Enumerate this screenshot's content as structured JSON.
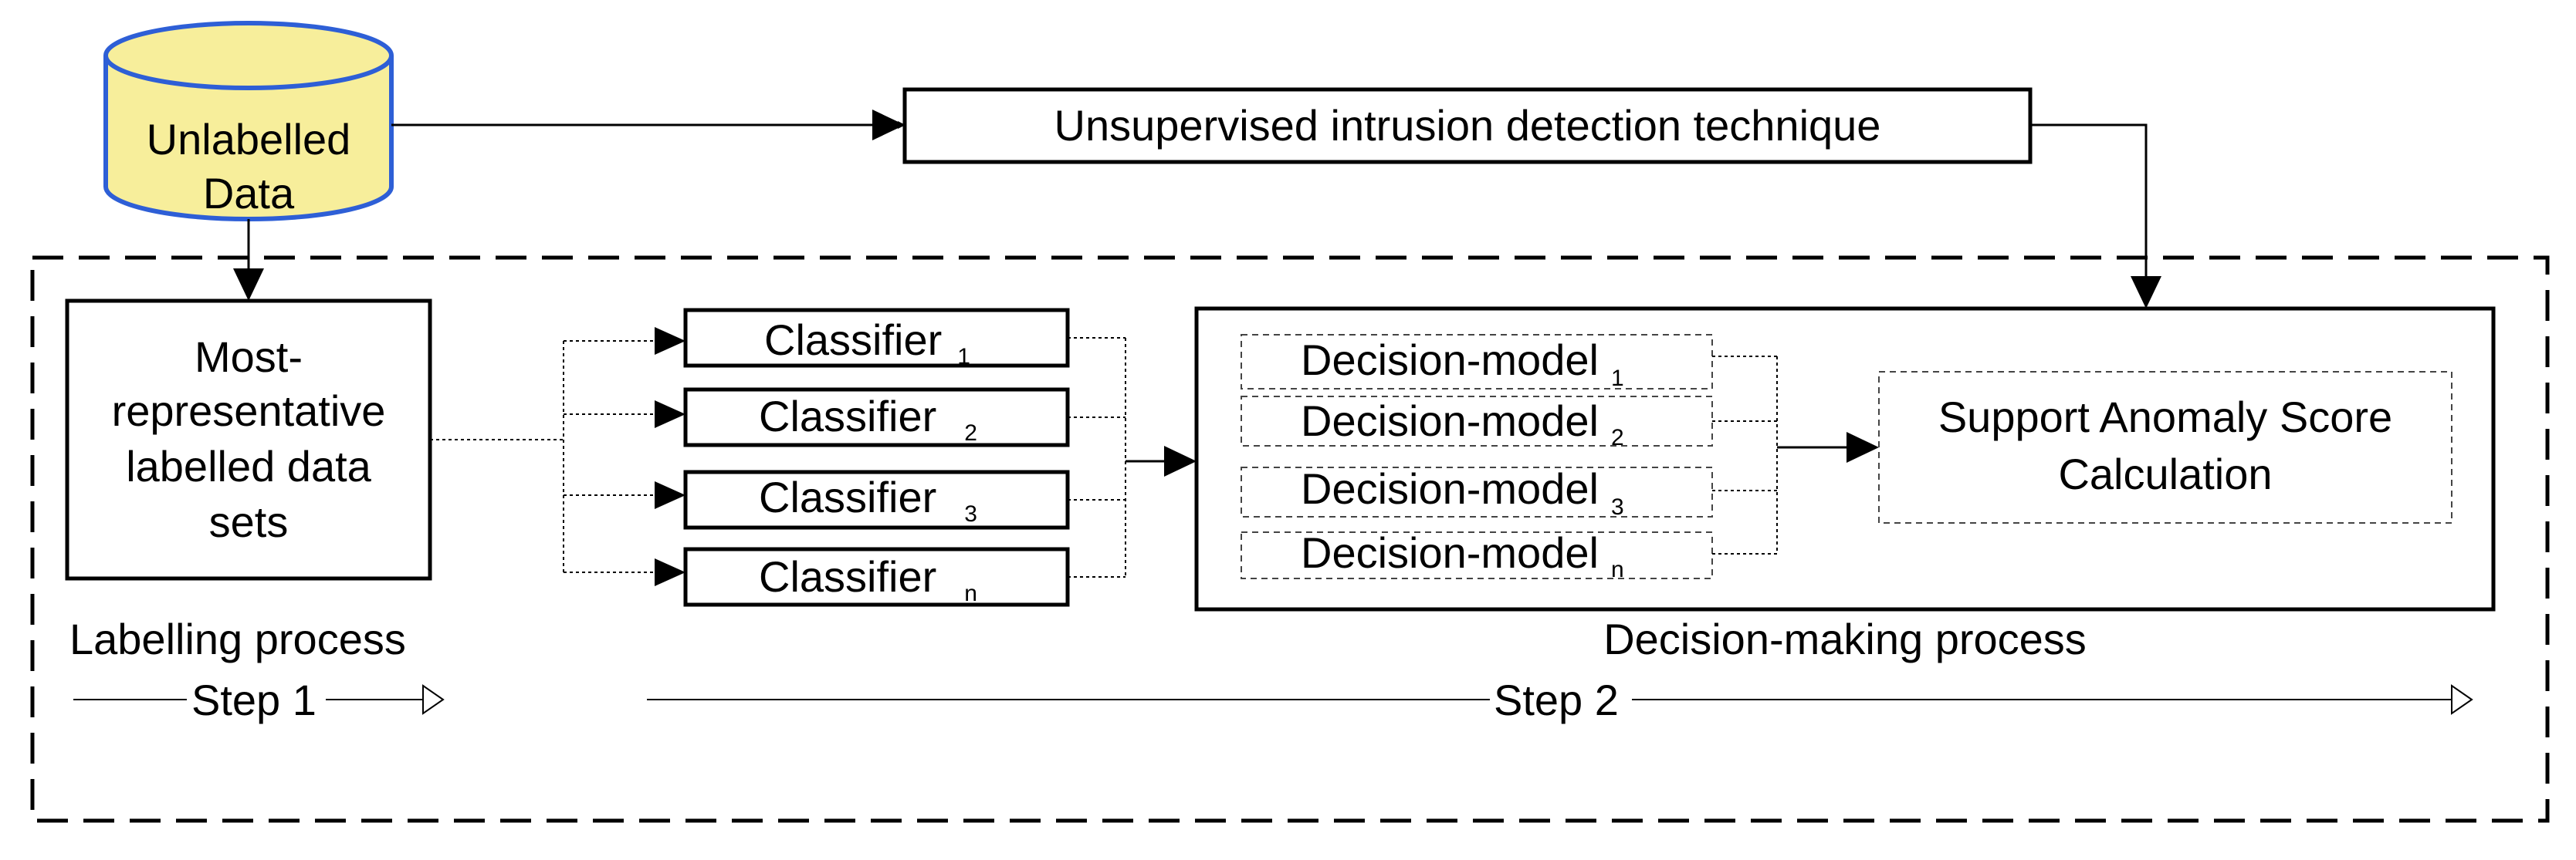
{
  "colors": {
    "cylinder_fill": "#F7EE9B",
    "cylinder_stroke": "#2E5FD6",
    "line": "#000000"
  },
  "nodes": {
    "unlabelled_data": [
      "Unlabelled",
      "Data"
    ],
    "unsupervised": "Unsupervised intrusion detection technique",
    "most_representative": [
      "Most-",
      "representative",
      "labelled data",
      "sets"
    ],
    "classifiers": [
      {
        "label": "Classifier",
        "sub": "1"
      },
      {
        "label": "Classifier",
        "sub": "2"
      },
      {
        "label": "Classifier",
        "sub": "3"
      },
      {
        "label": "Classifier",
        "sub": "n"
      }
    ],
    "decision_models": [
      {
        "label": "Decision-model",
        "sub": "1"
      },
      {
        "label": "Decision-model",
        "sub": "2"
      },
      {
        "label": "Decision-model",
        "sub": "3"
      },
      {
        "label": "Decision-model",
        "sub": "n"
      }
    ],
    "support_anomaly": [
      "Support Anomaly Score",
      "Calculation"
    ]
  },
  "labels": {
    "labelling_process": "Labelling process",
    "step1": "Step 1",
    "decision_making_process": "Decision-making process",
    "step2": "Step 2"
  }
}
